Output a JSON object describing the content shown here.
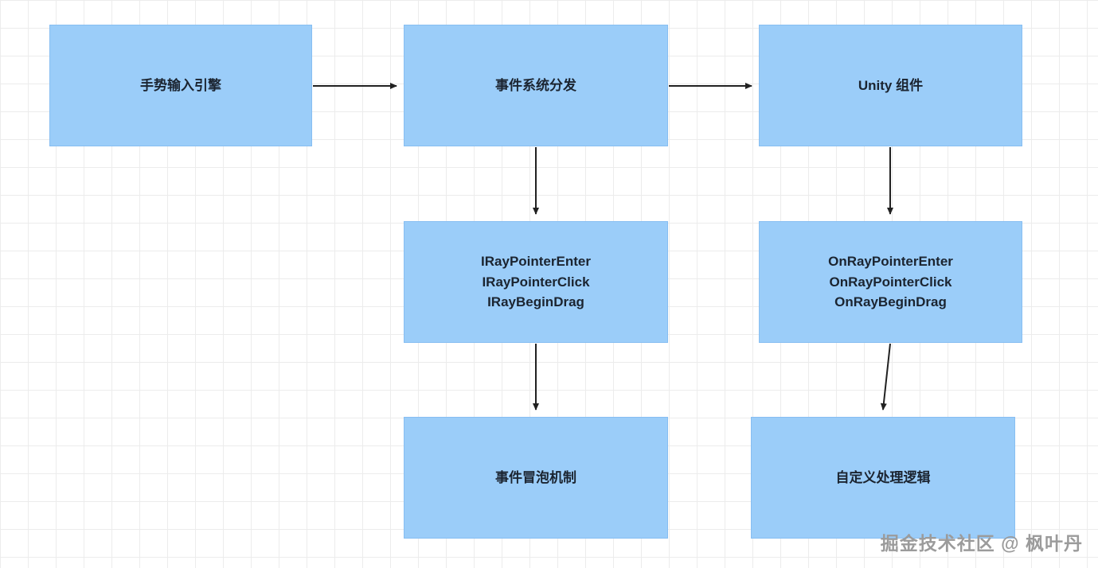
{
  "diagram": {
    "nodes": [
      {
        "id": "gesture-input",
        "label": "手势输入引擎"
      },
      {
        "id": "event-dispatch",
        "label": "事件系统分发"
      },
      {
        "id": "unity-component",
        "label": "Unity 组件"
      },
      {
        "id": "iray-interfaces",
        "label": "IRayPointerEnter\nIRayPointerClick\nIRayBeginDrag"
      },
      {
        "id": "onray-callbacks",
        "label": "OnRayPointerEnter\nOnRayPointerClick\nOnRayBeginDrag"
      },
      {
        "id": "event-bubbling",
        "label": "事件冒泡机制"
      },
      {
        "id": "custom-logic",
        "label": "自定义处理逻辑"
      }
    ],
    "edges": [
      {
        "from": "gesture-input",
        "to": "event-dispatch"
      },
      {
        "from": "event-dispatch",
        "to": "unity-component"
      },
      {
        "from": "event-dispatch",
        "to": "iray-interfaces"
      },
      {
        "from": "unity-component",
        "to": "onray-callbacks"
      },
      {
        "from": "iray-interfaces",
        "to": "event-bubbling"
      },
      {
        "from": "onray-callbacks",
        "to": "custom-logic"
      }
    ],
    "watermark": "掘金技术社区 @ 枫叶丹",
    "colors": {
      "node_fill": "#9bcdf9",
      "node_border": "#87bef2",
      "node_text": "#1b2430",
      "arrow": "#212121",
      "watermark": "#9b9b9b"
    }
  }
}
